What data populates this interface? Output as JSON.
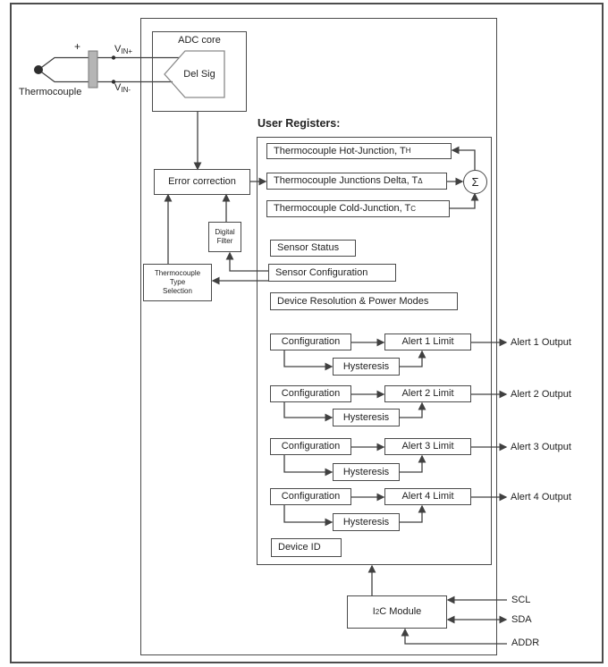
{
  "colors": {
    "line": "#404040",
    "text": "#222222",
    "connector_fill": "#b5b5b5",
    "background": "#ffffff"
  },
  "thermocouple": {
    "label": "Thermocouple",
    "polarity": "+",
    "vin_plus": {
      "main": "V",
      "sub": "IN+"
    },
    "vin_minus": {
      "main": "V",
      "sub": "IN-"
    }
  },
  "adc": {
    "title": "ADC core",
    "core_label": "Del Sig"
  },
  "blocks": {
    "error_correction": "Error correction",
    "digital_filter": [
      "Digital",
      "Filter"
    ],
    "type_selection": [
      "Thermocouple",
      "Type",
      "Selection"
    ]
  },
  "user_registers": {
    "title": "User Registers:",
    "hot_junction": {
      "text": "Thermocouple Hot-Junction, T",
      "sub": "H"
    },
    "junctions_delta": {
      "text": "Thermocouple Junctions Delta, T",
      "sub": "Δ"
    },
    "cold_junction": {
      "text": "Thermocouple Cold-Junction, T",
      "sub": "C"
    },
    "sensor_status": "Sensor Status",
    "sensor_configuration": "Sensor Configuration",
    "device_resolution": "Device Resolution & Power Modes",
    "device_id": "Device ID"
  },
  "summation": {
    "symbol": "Σ"
  },
  "alerts": [
    {
      "configuration": "Configuration",
      "hysteresis": "Hysteresis",
      "limit": "Alert 1 Limit",
      "output": "Alert 1 Output"
    },
    {
      "configuration": "Configuration",
      "hysteresis": "Hysteresis",
      "limit": "Alert 2 Limit",
      "output": "Alert 2 Output"
    },
    {
      "configuration": "Configuration",
      "hysteresis": "Hysteresis",
      "limit": "Alert 3 Limit",
      "output": "Alert 3 Output"
    },
    {
      "configuration": "Configuration",
      "hysteresis": "Hysteresis",
      "limit": "Alert 4 Limit",
      "output": "Alert 4 Output"
    }
  ],
  "i2c": {
    "base": "I",
    "sup": "2",
    "rest": "C Module"
  },
  "pins": {
    "scl": "SCL",
    "sda": "SDA",
    "addr": "ADDR"
  }
}
